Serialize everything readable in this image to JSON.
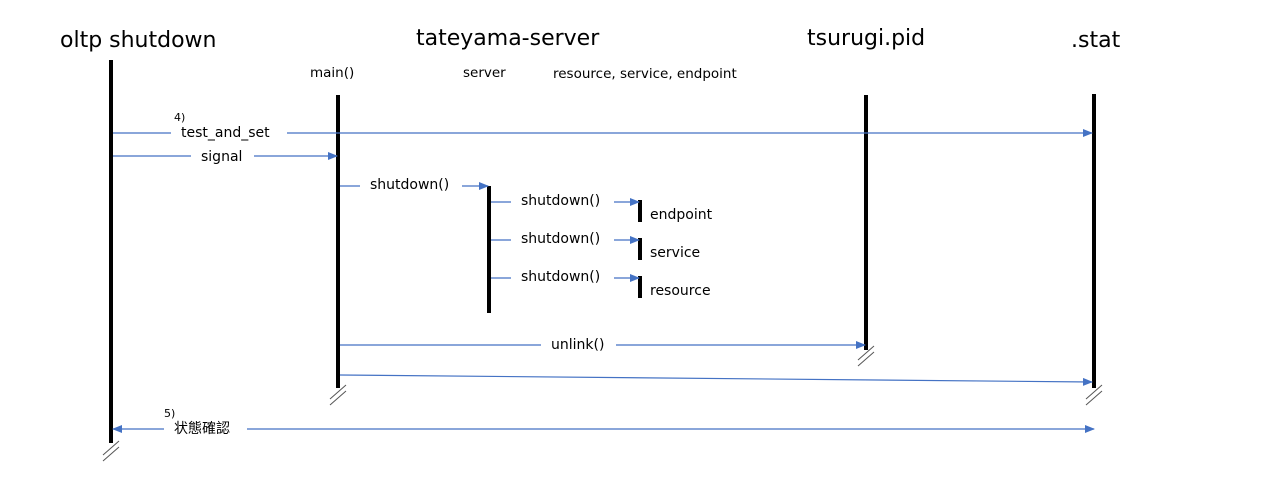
{
  "headers": {
    "oltp": "oltp shutdown",
    "tateyama": "tateyama-server",
    "tsurugi_pid": "tsurugi.pid",
    "stat": ".stat"
  },
  "subheaders": {
    "main": "main()",
    "server": "server",
    "components": "resource, service, endpoint"
  },
  "step_numbers": {
    "step4": "4)",
    "step5": "5)"
  },
  "messages": {
    "test_and_set": "test_and_set",
    "signal": "signal",
    "shutdown_server": "shutdown()",
    "shutdown_endpoint": "shutdown()",
    "shutdown_service": "shutdown()",
    "shutdown_resource": "shutdown()",
    "unlink": "unlink()",
    "status_check": "状態確認"
  },
  "components": {
    "endpoint": "endpoint",
    "service": "service",
    "resource": "resource"
  },
  "colors": {
    "message_line": "#4472c4",
    "lifeline": "#000000"
  }
}
